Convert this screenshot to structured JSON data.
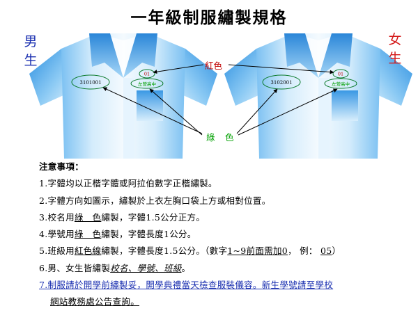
{
  "title": "一年級制服繡製規格",
  "boy_label": "男生",
  "girl_label": "女生",
  "callouts": {
    "red": "紅色",
    "green": "綠　色"
  },
  "shirts": {
    "boy": {
      "student_id": "3101001",
      "class_no": "01",
      "school_name": "左營高中"
    },
    "girl": {
      "student_id": "3102001",
      "class_no": "01",
      "school_name": "左營高中"
    }
  },
  "notes": {
    "header": "注意事項：",
    "item1": "1.字體均以正楷字體或阿拉伯數字正楷繡製。",
    "item2": "2.字體方向如圖示，繡製於上衣左胸口袋上方或相對位置。",
    "item3a": "3.校名用",
    "item3b": "綠　色",
    "item3c": "繡製，字體1.5公分正方。",
    "item4a": "4.學號用",
    "item4b": "綠　色",
    "item4c": "繡製，字體長度1公分。",
    "item5a": "5.班級用",
    "item5b": "紅色線",
    "item5c": "繡製，字體長度1.5公分。（數字",
    "item5d": "1~9前面需加0",
    "item5e": "，  例：  ",
    "item5f": "05",
    "item5g": "）",
    "item6a": "6.男、女生皆繡製",
    "item6b": "校名、學號、班級",
    "item6c": "。",
    "item7a": "7.制服請於開學前繡製妥，開學典禮當天檢查服裝儀容。新生學號請至學校",
    "item7b": "網站教務處公告查詢。"
  },
  "colors": {
    "shirt_light": "#e8f4fd",
    "shirt_mid": "#6fbaf0",
    "shirt_dark": "#2c8fe0",
    "red_text": "#c00000",
    "green_text": "#00a000",
    "ellipse_stroke": "#0a7a2a"
  }
}
